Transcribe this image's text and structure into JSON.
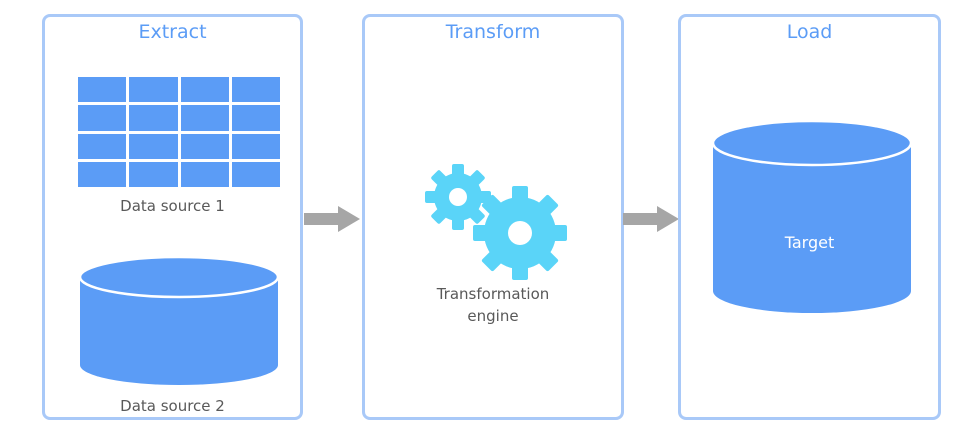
{
  "stages": {
    "extract": {
      "title": "Extract",
      "source1_label": "Data source 1",
      "source2_label": "Data source 2"
    },
    "transform": {
      "title": "Transform",
      "engine_label_line1": "Transformation",
      "engine_label_line2": "engine"
    },
    "load": {
      "title": "Load",
      "target_label": "Target"
    }
  },
  "colors": {
    "panel_border": "#a9c9f8",
    "title": "#5b9cf6",
    "shape_fill": "#5b9cf6",
    "gear_fill": "#5ad4f8",
    "arrow": "#a6a6a6",
    "caption": "#595959"
  },
  "icons": [
    "table-icon",
    "database-icon",
    "gears-icon",
    "arrow-right-icon"
  ]
}
